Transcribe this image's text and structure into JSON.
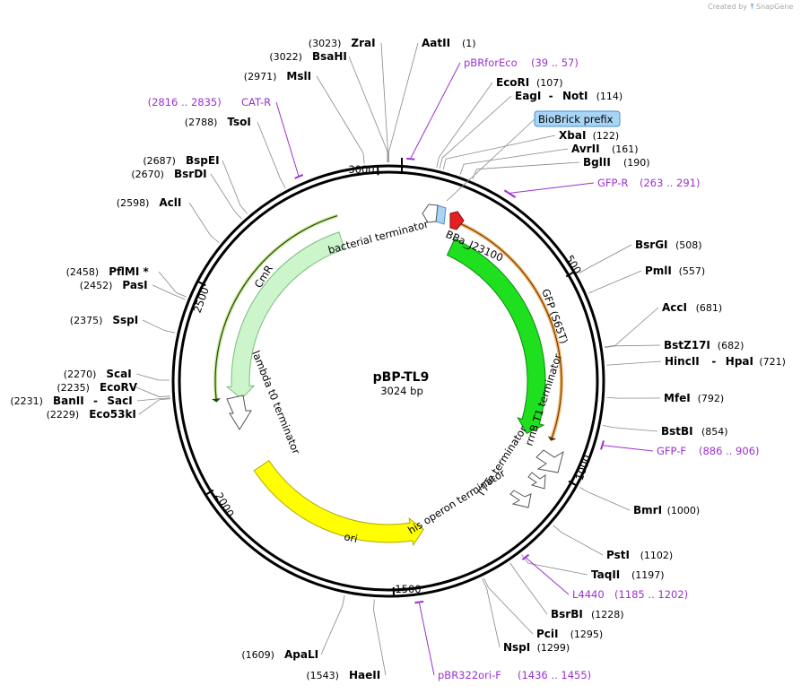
{
  "credit": {
    "prefix": "Created by",
    "brand": "SnapGene"
  },
  "plasmid": {
    "name": "pBP-TL9",
    "length_label": "3024 bp",
    "length": 3024
  },
  "ticks": [
    {
      "pos": 500,
      "label": "500"
    },
    {
      "pos": 1000,
      "label": "1000"
    },
    {
      "pos": 1500,
      "label": "1500"
    },
    {
      "pos": 2000,
      "label": "2000"
    },
    {
      "pos": 2500,
      "label": "2500"
    },
    {
      "pos": 3000,
      "label": "3000"
    }
  ],
  "sites": [
    {
      "key": "aatii",
      "pos": 1,
      "parts": [
        {
          "name": "AatII",
          "pos": "(1)"
        }
      ]
    },
    {
      "key": "ecori",
      "pos": 107,
      "parts": [
        {
          "name": "EcoRI",
          "pos": "(107)"
        }
      ]
    },
    {
      "key": "eagi-noti",
      "pos": 114,
      "parts": [
        {
          "name": "EagI",
          "pos": ""
        },
        {
          "name": "NotI",
          "pos": "(114)"
        }
      ]
    },
    {
      "key": "xbai",
      "pos": 122,
      "parts": [
        {
          "name": "XbaI",
          "pos": "(122)"
        }
      ]
    },
    {
      "key": "avrii",
      "pos": 161,
      "parts": [
        {
          "name": "AvrII",
          "pos": "(161)"
        }
      ]
    },
    {
      "key": "bglii",
      "pos": 190,
      "parts": [
        {
          "name": "BglII",
          "pos": "(190)"
        }
      ]
    },
    {
      "key": "bsrgi",
      "pos": 508,
      "parts": [
        {
          "name": "BsrGI",
          "pos": "(508)"
        }
      ]
    },
    {
      "key": "pmli",
      "pos": 557,
      "parts": [
        {
          "name": "PmlI",
          "pos": "(557)"
        }
      ]
    },
    {
      "key": "acci",
      "pos": 681,
      "parts": [
        {
          "name": "AccI",
          "pos": "(681)"
        }
      ]
    },
    {
      "key": "bst17i",
      "pos": 682,
      "parts": [
        {
          "name": "BstZ17I",
          "pos": "(682)"
        }
      ]
    },
    {
      "key": "hincii-hpai",
      "pos": 721,
      "parts": [
        {
          "name": "HincII",
          "pos": ""
        },
        {
          "name": "HpaI",
          "pos": "(721)"
        }
      ]
    },
    {
      "key": "mfei",
      "pos": 792,
      "parts": [
        {
          "name": "MfeI",
          "pos": "(792)"
        }
      ]
    },
    {
      "key": "bstbi",
      "pos": 854,
      "parts": [
        {
          "name": "BstBI",
          "pos": "(854)"
        }
      ]
    },
    {
      "key": "bmri",
      "pos": 1000,
      "parts": [
        {
          "name": "BmrI",
          "pos": "(1000)"
        }
      ]
    },
    {
      "key": "psti",
      "pos": 1102,
      "parts": [
        {
          "name": "PstI",
          "pos": "(1102)"
        }
      ]
    },
    {
      "key": "taqii",
      "pos": 1197,
      "parts": [
        {
          "name": "TaqII",
          "pos": "(1197)"
        }
      ]
    },
    {
      "key": "bsrbi",
      "pos": 1228,
      "parts": [
        {
          "name": "BsrBI",
          "pos": "(1228)"
        }
      ]
    },
    {
      "key": "pcii",
      "pos": 1295,
      "parts": [
        {
          "name": "PciI",
          "pos": "(1295)"
        }
      ]
    },
    {
      "key": "nspi",
      "pos": 1299,
      "parts": [
        {
          "name": "NspI",
          "pos": "(1299)"
        }
      ]
    },
    {
      "key": "haeii",
      "pos": 1543,
      "parts": [
        {
          "name": "HaeII",
          "pos": "(1543)"
        }
      ]
    },
    {
      "key": "apali",
      "pos": 1609,
      "parts": [
        {
          "name": "ApaLI",
          "pos": "(1609)"
        }
      ]
    },
    {
      "key": "eco53ki",
      "pos": 2229,
      "parts": [
        {
          "name": "Eco53kI",
          "pos": "(2229)"
        }
      ]
    },
    {
      "key": "banii-saci",
      "pos": 2231,
      "parts": [
        {
          "name": "BanII",
          "pos": "(2231)"
        },
        {
          "name": "SacI",
          "pos": ""
        }
      ]
    },
    {
      "key": "ecorv",
      "pos": 2235,
      "parts": [
        {
          "name": "EcoRV",
          "pos": "(2235)"
        }
      ]
    },
    {
      "key": "scai",
      "pos": 2270,
      "parts": [
        {
          "name": "ScaI",
          "pos": "(2270)"
        }
      ]
    },
    {
      "key": "sspi",
      "pos": 2375,
      "parts": [
        {
          "name": "SspI",
          "pos": "(2375)"
        }
      ]
    },
    {
      "key": "pasi",
      "pos": 2452,
      "parts": [
        {
          "name": "PasI",
          "pos": "(2452)"
        }
      ]
    },
    {
      "key": "pflmi",
      "pos": 2458,
      "parts": [
        {
          "name": "PflMI *",
          "pos": "(2458)"
        }
      ]
    },
    {
      "key": "acli",
      "pos": 2598,
      "parts": [
        {
          "name": "AclI",
          "pos": "(2598)"
        }
      ]
    },
    {
      "key": "bsrdi",
      "pos": 2670,
      "parts": [
        {
          "name": "BsrDI",
          "pos": "(2670)"
        }
      ]
    },
    {
      "key": "bspei",
      "pos": 2687,
      "parts": [
        {
          "name": "BspEI",
          "pos": "(2687)"
        }
      ]
    },
    {
      "key": "tsoi",
      "pos": 2788,
      "parts": [
        {
          "name": "TsoI",
          "pos": "(2788)"
        }
      ]
    },
    {
      "key": "msli",
      "pos": 2971,
      "parts": [
        {
          "name": "MslI",
          "pos": "(2971)"
        }
      ]
    },
    {
      "key": "bsahi",
      "pos": 3022,
      "parts": [
        {
          "name": "BsaHI",
          "pos": "(3022)"
        }
      ]
    },
    {
      "key": "zrai",
      "pos": 3023,
      "parts": [
        {
          "name": "ZraI",
          "pos": "(3023)"
        }
      ]
    }
  ],
  "primers": [
    {
      "key": "pbrforeco",
      "name": "pBRforEco",
      "range": "(39 .. 57)",
      "start": 39,
      "end": 57
    },
    {
      "key": "gfp-r",
      "name": "GFP-R",
      "range": "(263 .. 291)",
      "start": 263,
      "end": 291
    },
    {
      "key": "gfp-f",
      "name": "GFP-F",
      "range": "(886 .. 906)",
      "start": 886,
      "end": 906
    },
    {
      "key": "l4440",
      "name": "L4440",
      "range": "(1185 .. 1202)",
      "start": 1185,
      "end": 1202
    },
    {
      "key": "pbr322ori-f",
      "name": "pBR322ori-F",
      "range": "(1436 .. 1455)",
      "start": 1436,
      "end": 1455
    },
    {
      "key": "cat-r",
      "name": "CAT-R",
      "range": "(2816 .. 2835)",
      "start": 2816,
      "end": 2835
    }
  ],
  "biobrick": {
    "label": "BioBrick prefix",
    "fill": "#a8d4f5",
    "stroke": "#4a8fd0"
  },
  "features": [
    {
      "key": "gfp",
      "label": "GFP (S65T)",
      "fill": "#1ee01e",
      "stroke": "#0a8a0a",
      "start": 210,
      "end": 930,
      "dir": 1
    },
    {
      "key": "cmr",
      "label": "CmR",
      "fill": "#ccf5cc",
      "stroke": "#7cbc7c",
      "start": 2210,
      "end": 2870,
      "dir": -1
    },
    {
      "key": "ori",
      "label": "ori",
      "fill": "#ffff00",
      "stroke": "#b0a800",
      "start": 1400,
      "end": 1985,
      "dir": -1
    },
    {
      "key": "bba",
      "label": "BBa_J23100",
      "fill": "#e62020",
      "stroke": "#900000",
      "start": 125,
      "end": 160,
      "dir": 1
    }
  ],
  "orf": {
    "label": "GFP ORF",
    "color": "#f0a040"
  },
  "terminators": [
    {
      "key": "bacterial-terminator",
      "label": "bacterial terminator"
    },
    {
      "key": "lambda-terminator",
      "label": "lambda t0 terminator"
    },
    {
      "key": "rrnb-terminator",
      "label": "rrnB T1 terminator"
    },
    {
      "key": "t7te-terminator",
      "label": "T7Te terminator"
    },
    {
      "key": "his-terminator",
      "label": "his operon terminator"
    }
  ]
}
